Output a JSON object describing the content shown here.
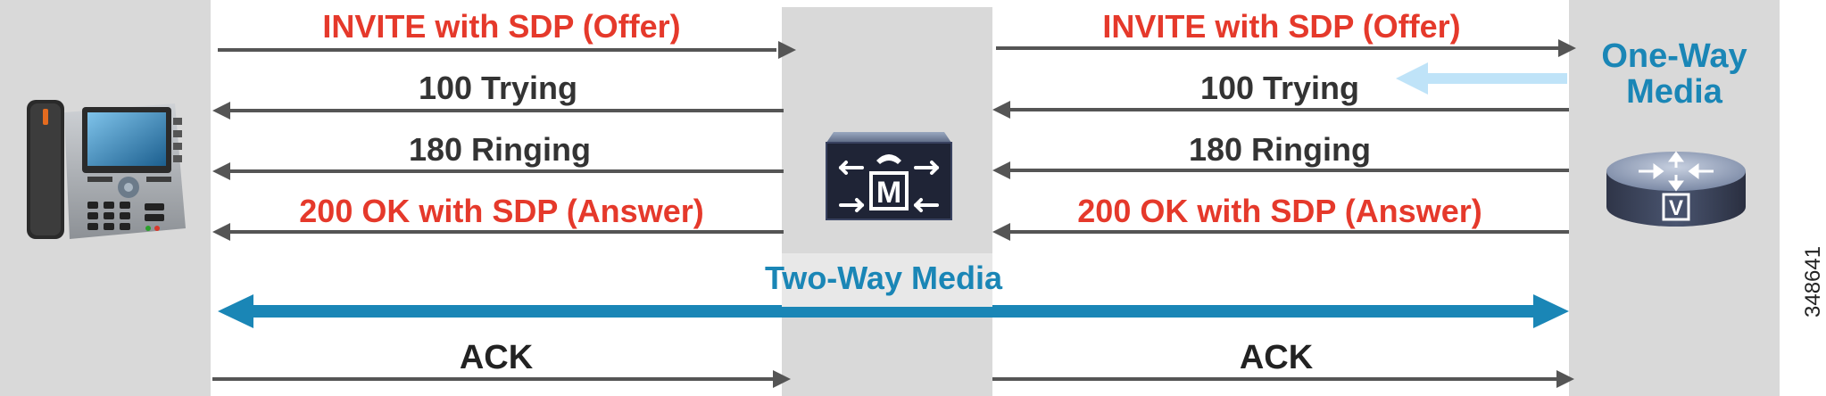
{
  "diagram": {
    "left_segment": {
      "invite": "INVITE with SDP (Offer)",
      "trying": "100 Trying",
      "ringing": "180 Ringing",
      "ok": "200 OK with SDP (Answer)",
      "ack": "ACK"
    },
    "right_segment": {
      "invite": "INVITE with SDP (Offer)",
      "trying": "100 Trying",
      "ringing": "180 Ringing",
      "ok": "200 OK with SDP (Answer)",
      "ack": "ACK"
    },
    "two_way_media": "Two-Way Media",
    "one_way_media": "One-Way Media",
    "mtp_glyph": "M",
    "router_glyph": "V",
    "figure_id": "348641",
    "colors": {
      "offer_answer": "#e5392b",
      "media": "#1a86b6",
      "one_way_arrow": "#bfe3f8",
      "signal_arrow": "#555555",
      "column_bg": "#d9d9d9"
    },
    "icons": {
      "left_endpoint": "ip-phone-icon",
      "middle_node": "media-termination-point-icon",
      "right_endpoint": "router-icon"
    }
  }
}
